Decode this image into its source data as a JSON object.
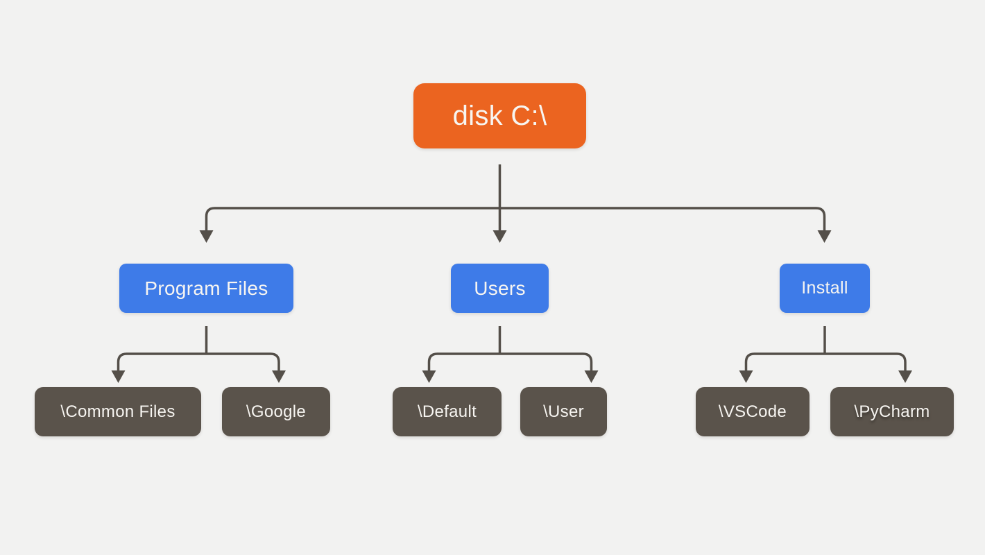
{
  "diagram_type": "tree",
  "tree": {
    "label": "disk C:\\",
    "children": [
      {
        "label": "Program Files",
        "children": [
          {
            "label": "\\Common Files"
          },
          {
            "label": "\\Google"
          }
        ]
      },
      {
        "label": "Users",
        "children": [
          {
            "label": "\\Default"
          },
          {
            "label": "\\User"
          }
        ]
      },
      {
        "label": "Install",
        "children": [
          {
            "label": "\\VSCode"
          },
          {
            "label": "\\PyCharm"
          }
        ]
      }
    ]
  },
  "colors": {
    "background": "#F2F2F1",
    "root_fill": "#EB6420",
    "branch_fill": "#3E7BE8",
    "leaf_fill": "#5A534B",
    "connector": "#544F49",
    "text": "#F7F5F1"
  }
}
